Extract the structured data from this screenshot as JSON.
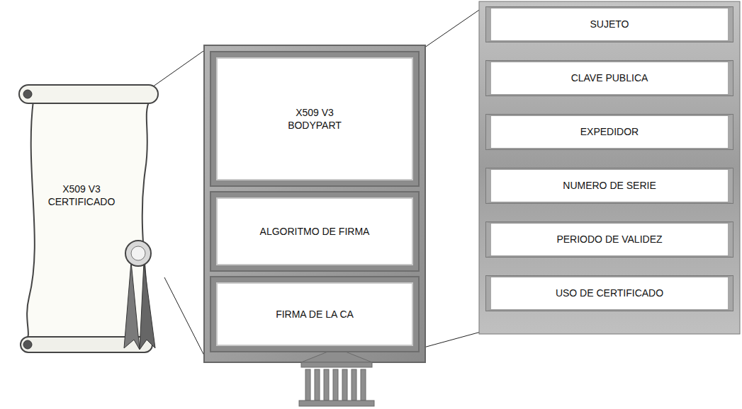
{
  "diagram": {
    "nodes": [
      {
        "text": [
          "X509 V3 CERTIFICADO"
        ]
      },
      {
        "text": [
          "X509 V3 BODYPART"
        ]
      },
      {
        "text": [
          "ALGORITMO DE FIRMA"
        ]
      },
      {
        "text": [
          "FIRMA DE LA CA"
        ]
      },
      {
        "text": [
          "SUJETO"
        ]
      },
      {
        "text": [
          "CLAVE PUBLICA"
        ]
      },
      {
        "text": [
          "EXPEDIDOR"
        ]
      },
      {
        "text": [
          "NUMERO DE SERIE"
        ]
      },
      {
        "text": [
          "PERIODO DE VALIDEZ"
        ]
      },
      {
        "text": [
          "USO DE CERTIFICADO"
        ]
      }
    ]
  }
}
